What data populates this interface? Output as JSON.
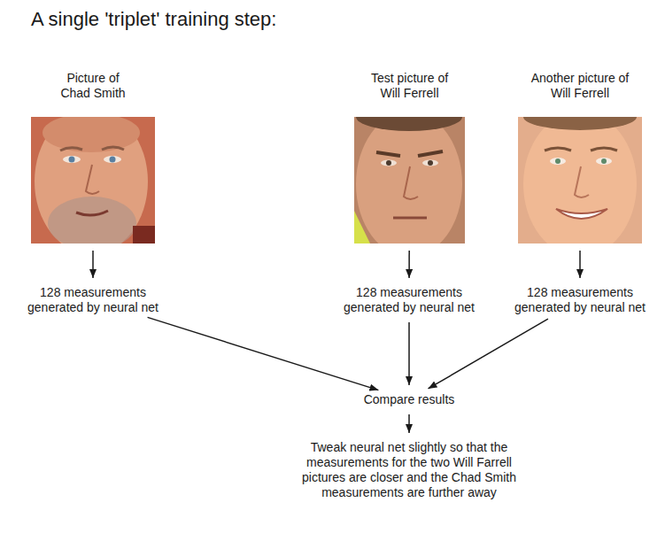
{
  "diagram": {
    "title": "A single 'triplet' training step:",
    "nodes": [
      {
        "text": [
          "Picture of Chad Smith"
        ]
      },
      {
        "text": [
          "Test picture of Will Ferrell"
        ]
      },
      {
        "text": [
          "Another picture of Will Ferrell"
        ]
      },
      {
        "text": [
          "128 measurements generated by neural net"
        ]
      },
      {
        "text": [
          "128 measurements generated by neural net"
        ]
      },
      {
        "text": [
          "128 measurements generated by neural net"
        ]
      },
      {
        "text": [
          "Compare results"
        ]
      },
      {
        "text": [
          "Tweak neural net slightly so that the measurements for the two Will Farrell pictures are closer and the Chad Smith measurements are further away"
        ]
      }
    ],
    "edges": [
      {
        "from": 0,
        "to": 3,
        "arrow": "to"
      },
      {
        "from": 1,
        "to": 4,
        "arrow": "to"
      },
      {
        "from": 2,
        "to": 5,
        "arrow": "to"
      },
      {
        "from": 3,
        "to": 6,
        "arrow": "to"
      },
      {
        "from": 4,
        "to": 6,
        "arrow": "to"
      },
      {
        "from": 5,
        "to": 6,
        "arrow": "to"
      },
      {
        "from": 6,
        "to": 7,
        "arrow": "to"
      }
    ]
  }
}
